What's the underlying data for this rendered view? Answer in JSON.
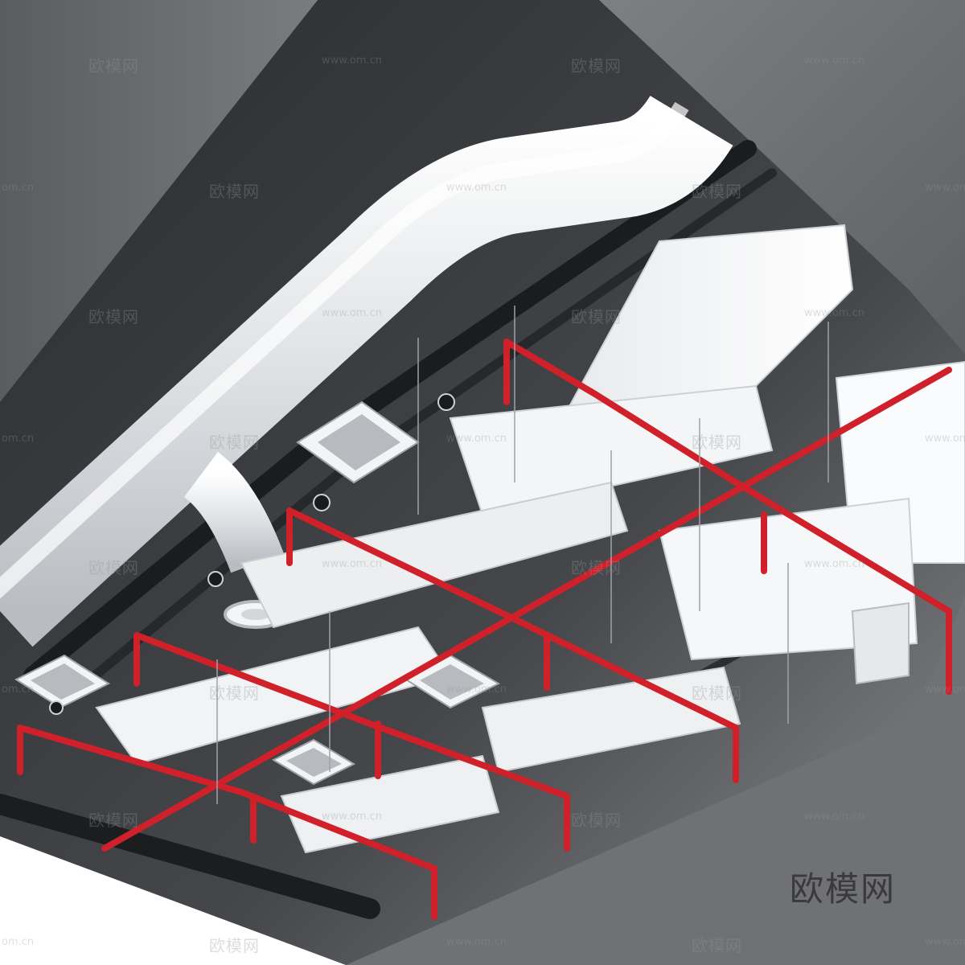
{
  "brand_mark": "欧模网",
  "watermark": {
    "logo_text": "欧模网",
    "url_text": "www.om.cn",
    "url_text_edge": "om.cn"
  },
  "colors": {
    "slab": "#6b6d70",
    "slab_dark": "#3c3e41",
    "ceiling": "#2e3033",
    "duct_white": "#eef0f2",
    "sprinkler_red": "#d0202a"
  }
}
